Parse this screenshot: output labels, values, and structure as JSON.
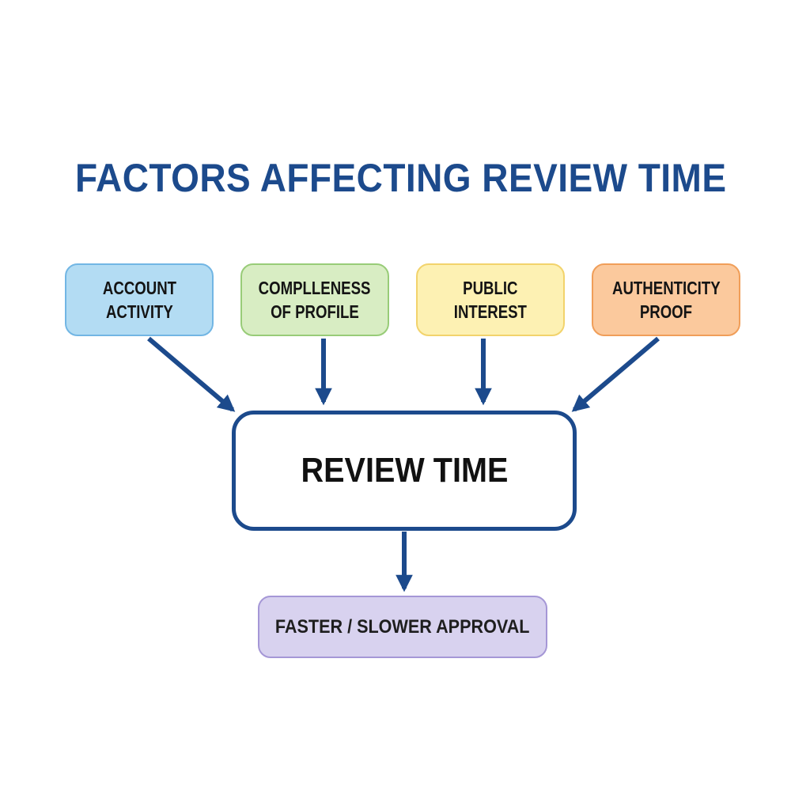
{
  "title": "FACTORS AFFECTING REVIEW TIME",
  "factors": [
    {
      "line1": "ACCOUNT",
      "line2": "ACTIVITY",
      "fill": "#b3dcf3",
      "border": "#72b6e4"
    },
    {
      "line1": "COMPLLENESS",
      "line2": "OF PROFILE",
      "fill": "#d8edc3",
      "border": "#98cc78"
    },
    {
      "line1": "PUBLIC",
      "line2": "INTEREST",
      "fill": "#fdf1b3",
      "border": "#f2d36c"
    },
    {
      "line1": "AUTHENTICITY",
      "line2": "PROOF",
      "fill": "#fbc99d",
      "border": "#f09e59"
    }
  ],
  "center": {
    "label": "REVIEW TIME",
    "border": "#1c4a8c"
  },
  "outcome": {
    "label": "FASTER / SLOWER APPROVAL",
    "fill": "#d8d2ef",
    "border": "#a597d6"
  },
  "colors": {
    "title": "#1c4a8c",
    "arrow": "#1c4a8c"
  }
}
